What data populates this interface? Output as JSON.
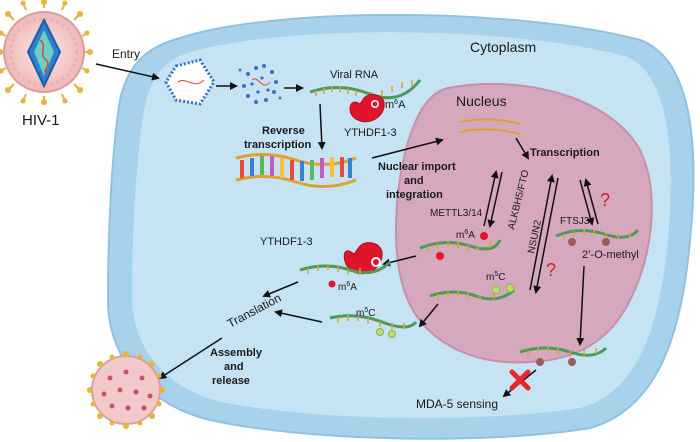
{
  "labels": {
    "virus": "HIV-1",
    "entry": "Entry",
    "cytoplasm": "Cytoplasm",
    "nucleus": "Nucleus",
    "viral_rna": "Viral RNA",
    "m6a_base": "m",
    "m6a_sup": "6",
    "m6a_end": "A",
    "ythdf_top": "YTHDF1-3",
    "reverse_1": "Reverse",
    "reverse_2": "transcription",
    "nuclear_1": "Nuclear import",
    "nuclear_2": "and",
    "nuclear_3": "integration",
    "transcription": "Transcription",
    "mettl": "METTL3/14",
    "alkbh": "ALKBH5/FTO",
    "nsun": "NSUN2",
    "ftsj": "FTSJ3",
    "question": "?",
    "ythdf_left": "YTHDF1-3",
    "m5c_base": "m",
    "m5c_sup": "5",
    "m5c_end": "C",
    "omethyl": "2’-O-methyl",
    "translation": "Translation",
    "assembly_1": "Assembly",
    "assembly_2": "and",
    "assembly_3": "release",
    "mda5": "MDA-5 sensing"
  },
  "colors": {
    "cell_outer": "#a8d2ec",
    "cell_inner": "#c6e3f4",
    "nucleus": "#d6a8be",
    "m6a_red": "#e0142a",
    "m5c_green": "#b9de6a",
    "omethyl_brown": "#9a5a5f",
    "virus_pink": "#f2c9c9",
    "virus_spike": "#e9b23c",
    "capsid_blue": "#3a6fc8",
    "inhibit_red": "#e6262b",
    "question_red": "#d81b2c"
  }
}
